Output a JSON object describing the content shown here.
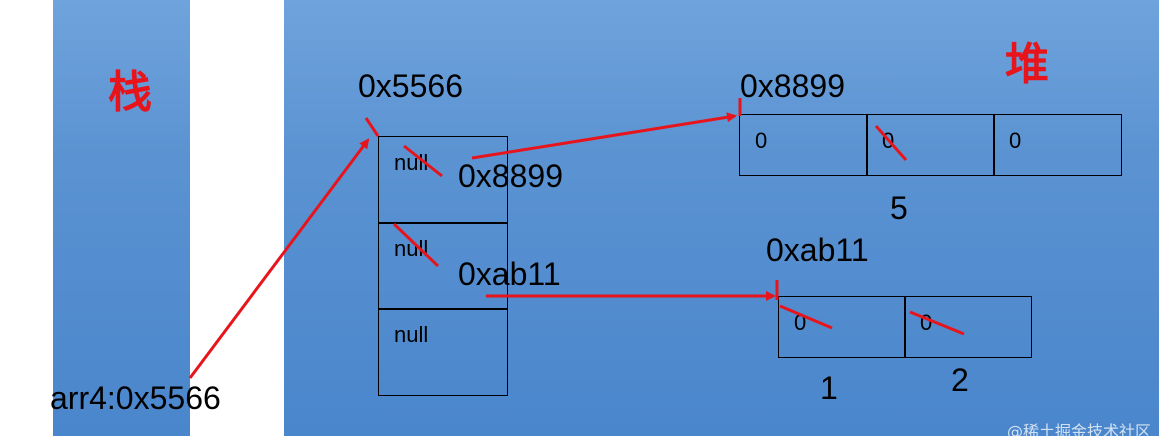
{
  "stack": {
    "title": "栈",
    "variable": "arr4:0x5566"
  },
  "heap": {
    "title": "堆",
    "outer_array": {
      "address": "0x5566",
      "cells": [
        "null",
        "null",
        "null"
      ],
      "new_values": [
        "0x8899",
        "0xab11"
      ]
    },
    "array_a": {
      "address": "0x8899",
      "cells": [
        "0",
        "0",
        "0"
      ],
      "length_label": "5"
    },
    "array_b": {
      "address": "0xab11",
      "cells": [
        "0",
        "0"
      ],
      "index_labels": [
        "1",
        "2"
      ]
    }
  },
  "colors": {
    "panel": "#5b93d2",
    "accent": "#e8141c"
  },
  "watermark": "@稀土掘金技术社区"
}
